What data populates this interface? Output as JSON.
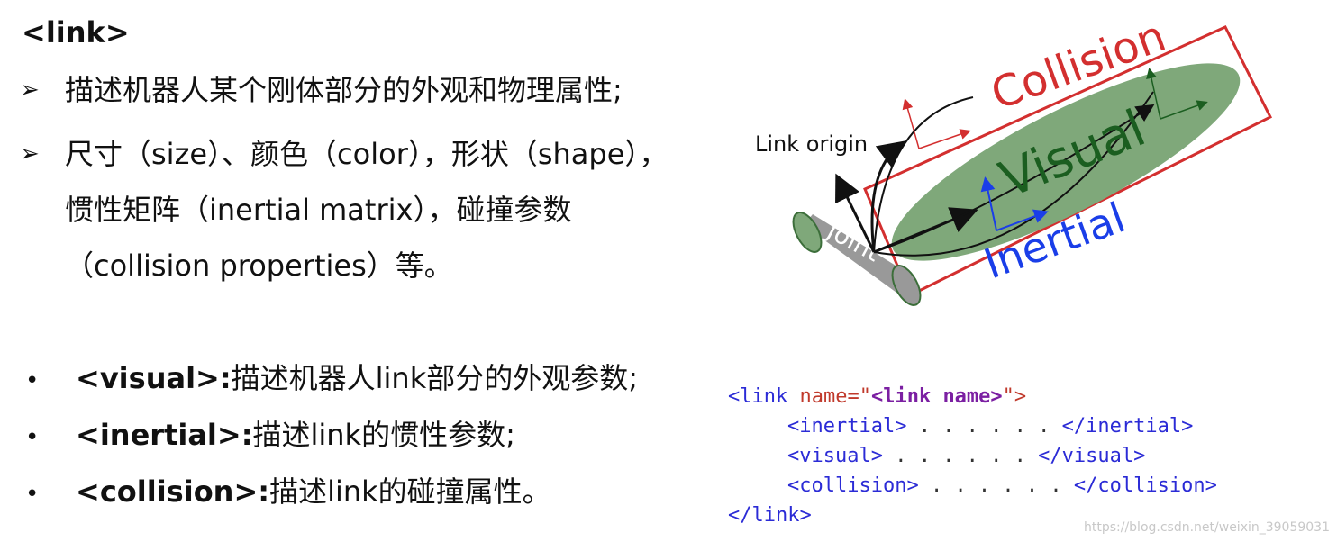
{
  "title": "<link>",
  "arrow_items": [
    "描述机器人某个刚体部分的外观和物理属性;",
    "尺寸（size）、颜色（color），形状（shape），惯性矩阵（inertial matrix），碰撞参数（collision properties）等。"
  ],
  "bullets": [
    {
      "tag": "<visual>",
      "sep": ":",
      "desc": "描述机器人link部分的外观参数;"
    },
    {
      "tag": "<inertial>",
      "sep": ":",
      "desc": "描述link的惯性参数;"
    },
    {
      "tag": "<collision>",
      "sep": ":",
      "desc": "描述link的碰撞属性。"
    }
  ],
  "diagram": {
    "collision_label": "Collision",
    "visual_label": "Visual",
    "inertial_label": "Inertial",
    "link_origin_label": "Link origin",
    "joint_label": "Joint",
    "colors": {
      "collision": "#d32f2f",
      "visual": "#1b5e20",
      "inertial": "#1a3ee8",
      "ellipse": "#7fa87a",
      "joint": "#999999"
    }
  },
  "code": {
    "line1_open": "<link ",
    "line1_attr": "name=",
    "line1_q1": "\"",
    "line1_val": "<link name>",
    "line1_q2": "\">",
    "inertial_open": "<inertial>",
    "inertial_dots": " . . . . . . ",
    "inertial_close": "</inertial>",
    "visual_open": "<visual>",
    "visual_dots": " . . . . . . ",
    "visual_close": "</visual>",
    "collision_open": "<collision>",
    "collision_dots": " . . . . . . ",
    "collision_close": "</collision>",
    "line_end": "</link>"
  },
  "watermark": "https://blog.csdn.net/weixin_39059031"
}
